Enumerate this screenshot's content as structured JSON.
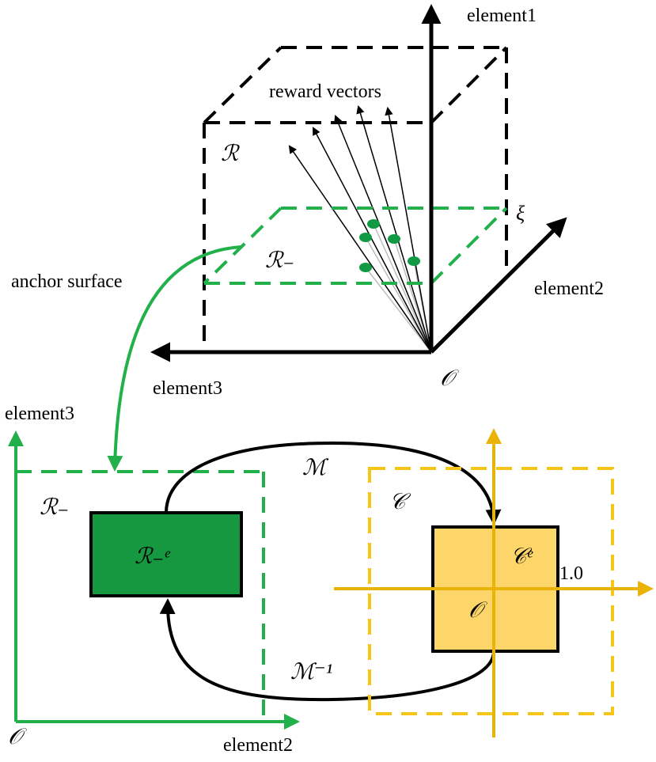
{
  "colors": {
    "black": "#000000",
    "green": "#22b04b",
    "dark_green": "#119944",
    "box_green": "#15983f",
    "gold": "#eab308",
    "gold_dash": "#f5c518",
    "box_gold": "#fdd66a",
    "thin_grey": "#bdbdbd"
  },
  "top": {
    "axis_up": "element1",
    "axis_right": "element2",
    "axis_left": "element3",
    "origin": "𝒪",
    "xi": "ξ",
    "cube_label": "ℛ",
    "plane_label": "ℛ₋",
    "vectors_label": "reward vectors",
    "anchor_label": "anchor surface"
  },
  "bottom": {
    "axis_up": "element3",
    "axis_right": "element2",
    "origin": "𝒪",
    "region_label": "ℛ₋",
    "box_label": "ℛ₋ᵉ",
    "map_forward": "ℳ",
    "map_inverse": "ℳ⁻¹",
    "c_label": "𝒞",
    "ce_label": "𝒞ᵉ",
    "c_origin": "𝒪",
    "tick": "1.0"
  }
}
